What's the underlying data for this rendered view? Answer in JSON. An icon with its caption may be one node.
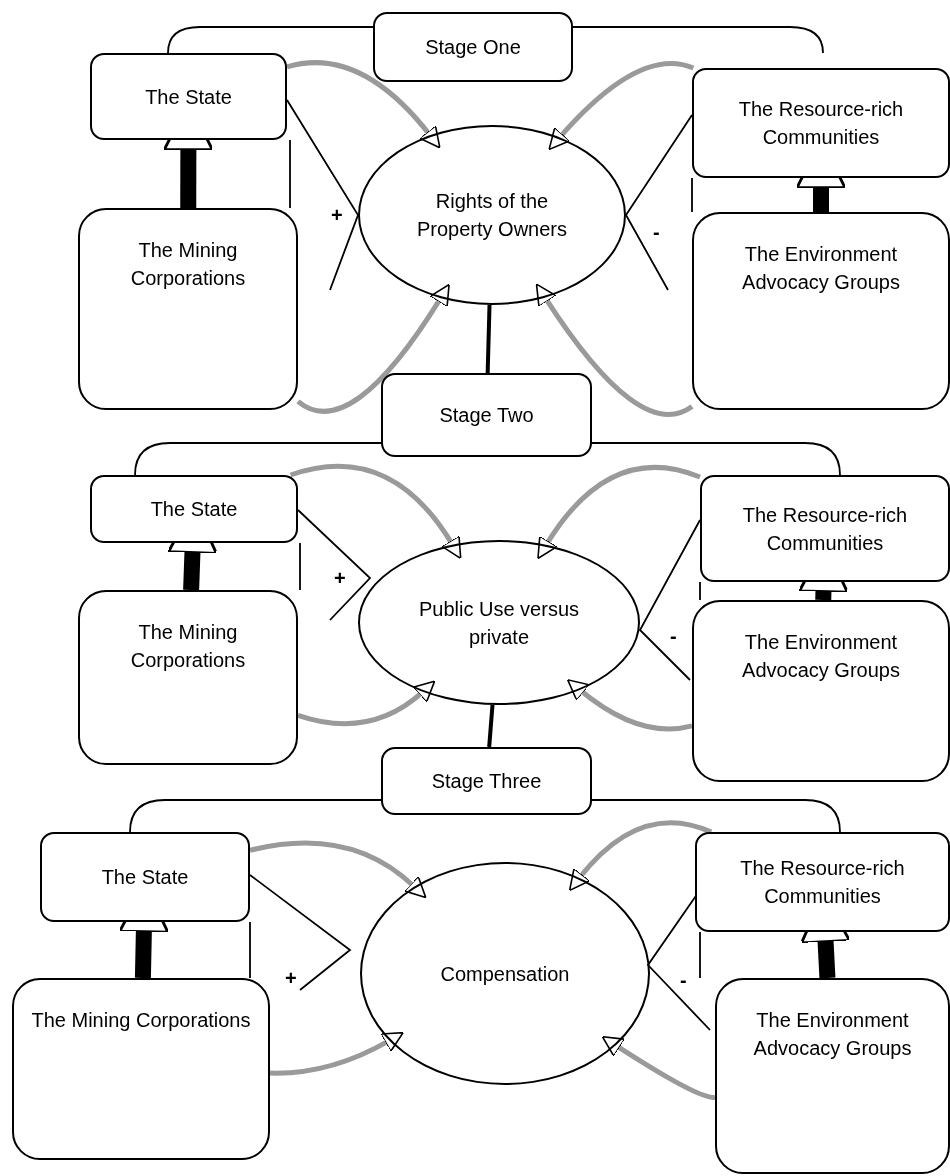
{
  "diagram": {
    "nodes": [
      {
        "text": [
          "Stage One"
        ]
      },
      {
        "text": [
          "The State"
        ]
      },
      {
        "text": [
          "The Mining Corporations"
        ]
      },
      {
        "text": [
          "Rights of the Property Owners"
        ]
      },
      {
        "text": [
          "The  Resource-rich Communities"
        ]
      },
      {
        "text": [
          "The Environment Advocacy Groups"
        ]
      },
      {
        "text": [
          "Stage Two"
        ]
      },
      {
        "text": [
          "The State"
        ]
      },
      {
        "text": [
          "The Mining Corporations"
        ]
      },
      {
        "text": [
          "Public Use versus private"
        ]
      },
      {
        "text": [
          "The Resource-rich Communities"
        ]
      },
      {
        "text": [
          "The Environment Advocacy Groups"
        ]
      },
      {
        "text": [
          "Stage Three"
        ]
      },
      {
        "text": [
          "The State"
        ]
      },
      {
        "text": [
          "The Mining Corporations"
        ]
      },
      {
        "text": [
          "Compensation"
        ]
      },
      {
        "text": [
          "The  Resource-rich Communities"
        ]
      },
      {
        "text": [
          "The Environment Advocacy Groups"
        ]
      }
    ],
    "edges": [
      {
        "from": 2,
        "to": 1,
        "arrow": "to",
        "style": "thick",
        "color": "#000000"
      },
      {
        "from": 5,
        "to": 4,
        "arrow": "to",
        "style": "thick",
        "color": "#000000"
      },
      {
        "from": 1,
        "to": 3,
        "arrow": "to"
      },
      {
        "from": 2,
        "to": 3,
        "arrow": "to"
      },
      {
        "from": 4,
        "to": 3,
        "arrow": "to"
      },
      {
        "from": 5,
        "to": 3,
        "arrow": "to"
      },
      {
        "from": 3,
        "to": 6,
        "arrow": "none",
        "color": "#000000"
      },
      {
        "from": 8,
        "to": 7,
        "arrow": "to",
        "style": "thick",
        "color": "#000000"
      },
      {
        "from": 11,
        "to": 10,
        "arrow": "to",
        "style": "thick",
        "color": "#000000"
      },
      {
        "from": 7,
        "to": 9,
        "arrow": "to"
      },
      {
        "from": 8,
        "to": 9,
        "arrow": "to"
      },
      {
        "from": 10,
        "to": 9,
        "arrow": "to"
      },
      {
        "from": 11,
        "to": 9,
        "arrow": "to"
      },
      {
        "from": 9,
        "to": 12,
        "arrow": "none",
        "color": "#000000"
      },
      {
        "from": 14,
        "to": 13,
        "arrow": "to",
        "style": "thick",
        "color": "#000000"
      },
      {
        "from": 17,
        "to": 16,
        "arrow": "to",
        "style": "thick",
        "color": "#000000"
      },
      {
        "from": 13,
        "to": 15,
        "arrow": "to"
      },
      {
        "from": 14,
        "to": 15,
        "arrow": "to"
      },
      {
        "from": 16,
        "to": 15,
        "arrow": "to"
      },
      {
        "from": 17,
        "to": 15,
        "arrow": "to"
      }
    ],
    "labels": [
      "+",
      "-",
      "+",
      "-",
      "+",
      "-"
    ]
  }
}
